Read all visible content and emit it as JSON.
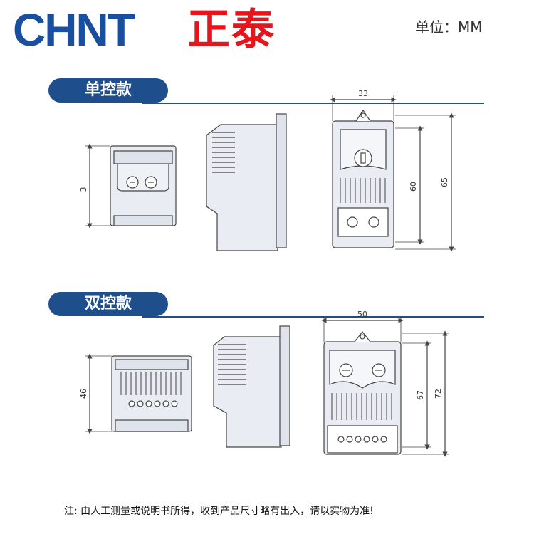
{
  "header": {
    "brand_en": "CHNT",
    "brand_cn": "正泰",
    "unit_label": "单位：MM"
  },
  "sections": [
    {
      "title": "单控款",
      "dims": {
        "front_height": "3",
        "width": "33",
        "inner_height": "60",
        "outer_height": "65"
      }
    },
    {
      "title": "双控款",
      "dims": {
        "front_height": "46",
        "width": "50",
        "inner_height": "67",
        "outer_height": "72"
      }
    }
  ],
  "footer": {
    "note": "注: 由人工测量或说明书所得，收到产品尺寸略有出入，请以实物为准!"
  },
  "colors": {
    "brand_blue": "#1a4fa0",
    "brand_red": "#e8141b",
    "pill": "#1f4e8c"
  }
}
